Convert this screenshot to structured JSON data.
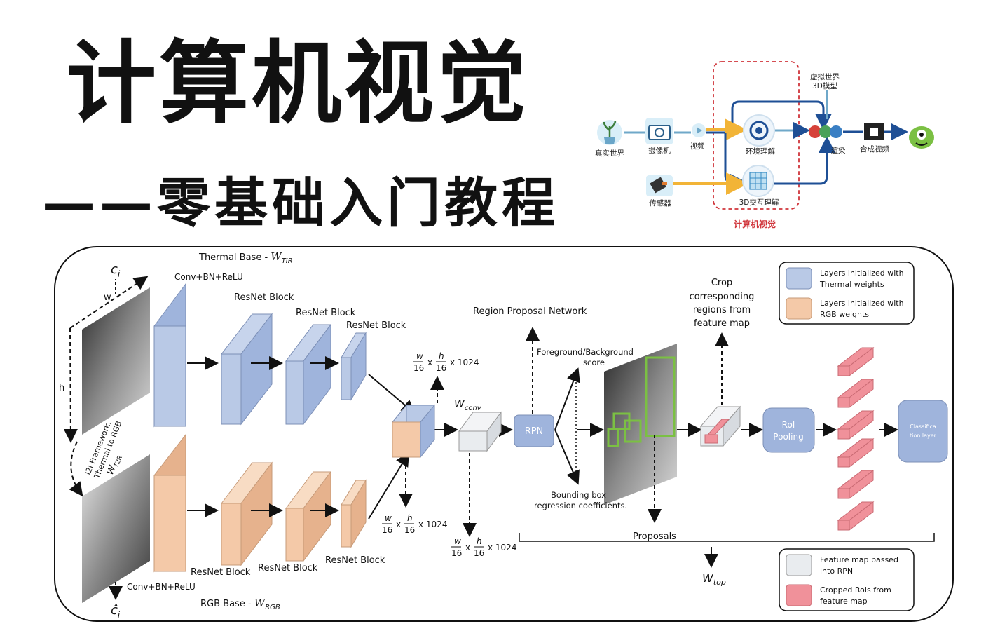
{
  "header": {
    "title": "计算机视觉",
    "subtitle": "——零基础入门教程"
  },
  "pipeline": {
    "nodes": {
      "real_world": "真实世界",
      "camera": "摄像机",
      "video": "视频",
      "sensor": "传感器",
      "env_understanding": "环境理解",
      "interaction_3d": "3D交互理解",
      "virtual_world_line1": "虚拟世界",
      "virtual_world_line2": "3D模型",
      "render": "渲染",
      "composite_video": "合成视频"
    },
    "box_label": "计算机视觉",
    "colors": {
      "accent_orange": "#f2b437",
      "accent_blue": "#1e4f95",
      "box_red": "#d0343a"
    }
  },
  "architecture": {
    "thermal_base": "Thermal Base - ",
    "thermal_weight": "W",
    "thermal_weight_sub": "TIR",
    "rgb_base": "RGB Base - ",
    "rgb_weight": "W",
    "rgb_weight_sub": "RGB",
    "conv_top": "Conv+BN+ReLU",
    "conv_bottom": "Conv+BN+ReLU",
    "resnet_top": [
      "ResNet Block",
      "ResNet Block",
      "ResNet Block"
    ],
    "resnet_bottom": [
      "ResNet Block",
      "ResNet Block",
      "ResNet Block"
    ],
    "ci": "c",
    "ci_sub": "i",
    "ci_hat": "ĉ",
    "ci_hat_sub": "i",
    "dim_w": "w",
    "dim_h": "h",
    "i2i_line1": "I2I Framework,",
    "i2i_line2": "Thermal to RGB",
    "i2i_weight": "W",
    "i2i_weight_sub": "T2R",
    "frac_w": "w",
    "frac_h": "h",
    "frac_den": "16",
    "times": "x",
    "depth": "x 1024",
    "w_conv": "W",
    "w_conv_sub": "conv",
    "rpn_title": "Region Proposal Network",
    "fg_bg_line1": "Foreground/Background",
    "fg_bg_line2": "score",
    "bbox_line1": "Bounding box",
    "bbox_line2": "regression coefficients.",
    "rpn": "RPN",
    "crop_lines": [
      "Crop",
      "corresponding",
      "regions from",
      "feature map"
    ],
    "roi_line1": "RoI",
    "roi_line2": "Pooling",
    "cls_line1": "Classifica",
    "cls_line2": "tion layer",
    "proposals": "Proposals",
    "w_top": "W",
    "w_top_sub": "top",
    "legend_top": [
      {
        "line1": "Layers initialized with",
        "line2": "Thermal weights",
        "color": "#b9c9e6"
      },
      {
        "line1": "Layers initialized with",
        "line2": "RGB weights",
        "color": "#f4c9a8"
      }
    ],
    "legend_bottom": [
      {
        "line1": "Feature map passed",
        "line2": "into RPN",
        "color": "#e9ecef"
      },
      {
        "line1": "Cropped RoIs from",
        "line2": "feature map",
        "color": "#f0919a"
      }
    ],
    "colors": {
      "thermal": "#b9c9e6",
      "rgb": "#f4c9a8",
      "rpn_block": "#9fb4dc",
      "roi": "#f0919a",
      "proposal_box": "#7bc043"
    }
  }
}
